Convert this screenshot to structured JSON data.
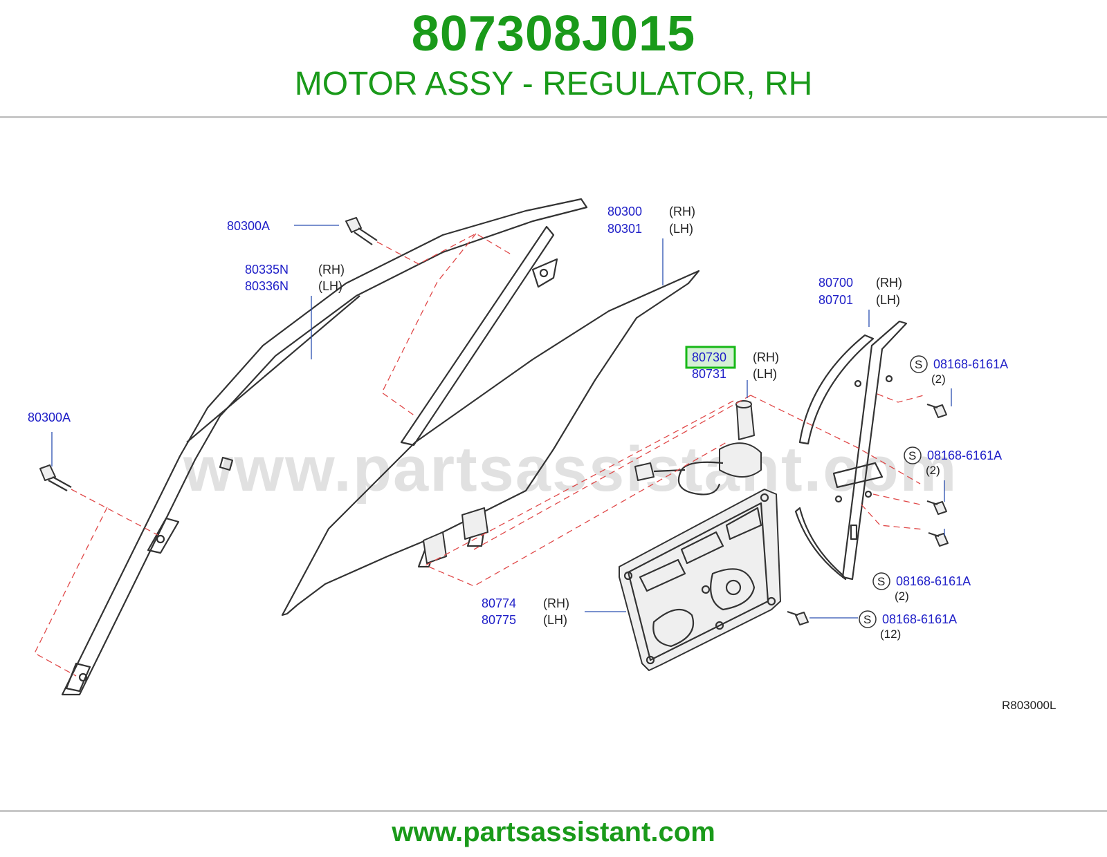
{
  "header": {
    "part_number": "807308J015",
    "part_name": "MOTOR ASSY - REGULATOR, RH"
  },
  "diagram": {
    "watermark": "www.partsassistant.com",
    "reference_code": "R803000L",
    "highlighted_callout": "80730",
    "callouts": {
      "bolt_top": "80300A",
      "bolt_left": "80300A",
      "sash_rh": "80335N",
      "sash_lh": "80336N",
      "glass_rh": "80300",
      "glass_lh": "80301",
      "motor_rh": "80730",
      "motor_lh": "80731",
      "regulator_rh": "80700",
      "regulator_lh": "80701",
      "module_rh": "80774",
      "module_lh": "80775",
      "bolt_a": "08168-6161A",
      "bolt_b": "08168-6161A",
      "bolt_c": "08168-6161A",
      "bolt_d": "08168-6161A"
    },
    "sides": {
      "rh": "(RH)",
      "lh": "(LH)"
    },
    "quantities": {
      "bolt_a": "(2)",
      "bolt_b": "(2)",
      "bolt_c": "(2)",
      "bolt_d": "(12)"
    },
    "s_marker": "S"
  },
  "footer": {
    "url": "www.partsassistant.com"
  },
  "colors": {
    "brand_green": "#1a9a1a",
    "callout_blue": "#2020c8",
    "highlight_green": "#17b817",
    "dash_red": "#e04848"
  }
}
